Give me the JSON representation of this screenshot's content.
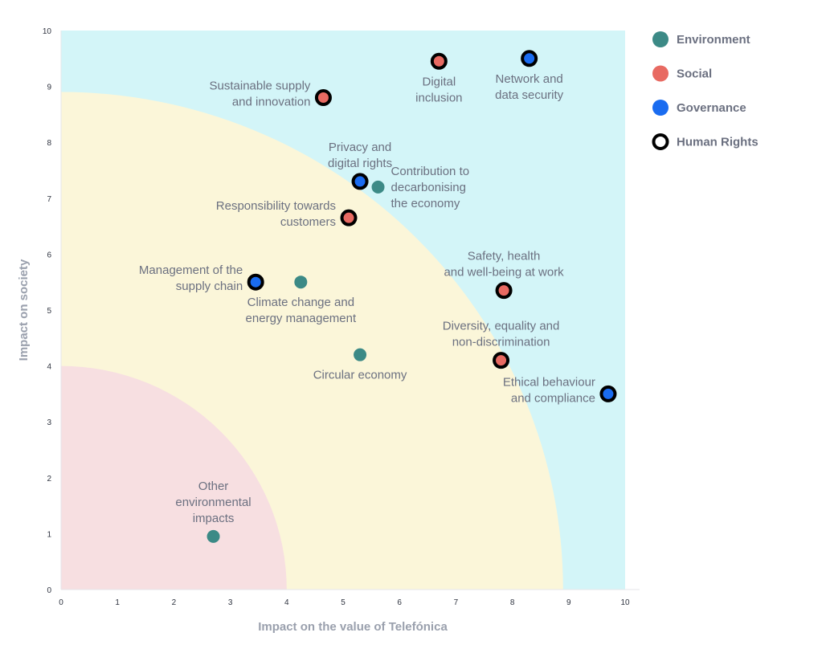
{
  "chart_data": {
    "type": "scatter",
    "xlabel": "Impact on the value of Telefónica",
    "ylabel": "Impact on society",
    "xlim": [
      0,
      10
    ],
    "ylim": [
      0,
      10
    ],
    "x_ticks": [
      "0",
      "1",
      "2",
      "3",
      "4",
      "5",
      "6",
      "7",
      "8",
      "9",
      "10"
    ],
    "y_ticks": [
      "0",
      "1",
      "2",
      "3",
      "4",
      "5",
      "6",
      "7",
      "8",
      "9",
      "10"
    ],
    "grid": false,
    "legend_position": "top-right",
    "zones": [
      {
        "name": "low",
        "radius": 4,
        "color": "#f7dfe1"
      },
      {
        "name": "medium",
        "radius": 8.9,
        "color": "#fbf6d9"
      },
      {
        "name": "high",
        "color": "#d3f5f8"
      }
    ],
    "legend": [
      {
        "key": "environment",
        "label": "Environment"
      },
      {
        "key": "social",
        "label": "Social"
      },
      {
        "key": "governance",
        "label": "Governance"
      },
      {
        "key": "human_rights",
        "label": "Human Rights"
      }
    ],
    "colors": {
      "environment": "#3c8a86",
      "social": "#e86a62",
      "governance": "#1a6cf0",
      "human_rights_ring": "#000000"
    },
    "points": [
      {
        "label": [
          "Digital",
          "inclusion"
        ],
        "x": 6.7,
        "y": 9.45,
        "category": "social",
        "human_rights": true,
        "anchor": "below"
      },
      {
        "label": [
          "Network and",
          "data security"
        ],
        "x": 8.3,
        "y": 9.5,
        "category": "governance",
        "human_rights": true,
        "anchor": "below"
      },
      {
        "label": [
          "Sustainable supply",
          "and innovation"
        ],
        "x": 4.65,
        "y": 8.8,
        "category": "social",
        "human_rights": true,
        "anchor": "left"
      },
      {
        "label": [
          "Privacy and",
          "digital rights"
        ],
        "x": 5.3,
        "y": 7.3,
        "category": "governance",
        "human_rights": true,
        "anchor": "above"
      },
      {
        "label": [
          "Contribution to",
          "decarbonising",
          "the economy"
        ],
        "x": 5.62,
        "y": 7.2,
        "category": "environment",
        "human_rights": false,
        "anchor": "right"
      },
      {
        "label": [
          "Responsibility towards",
          "customers"
        ],
        "x": 5.1,
        "y": 6.65,
        "category": "social",
        "human_rights": true,
        "anchor": "left"
      },
      {
        "label": [
          "Management of the",
          "supply chain"
        ],
        "x": 3.45,
        "y": 5.5,
        "category": "governance",
        "human_rights": true,
        "anchor": "left"
      },
      {
        "label": [
          "Climate change and",
          "energy management"
        ],
        "x": 4.25,
        "y": 5.5,
        "category": "environment",
        "human_rights": false,
        "anchor": "below"
      },
      {
        "label": [
          "Safety, health",
          "and well-being at work"
        ],
        "x": 7.85,
        "y": 5.35,
        "category": "social",
        "human_rights": true,
        "anchor": "above"
      },
      {
        "label": [
          "Circular economy"
        ],
        "x": 5.3,
        "y": 4.2,
        "category": "environment",
        "human_rights": false,
        "anchor": "below"
      },
      {
        "label": [
          "Diversity, equality and",
          "non-discrimination"
        ],
        "x": 7.8,
        "y": 4.1,
        "category": "social",
        "human_rights": true,
        "anchor": "above"
      },
      {
        "label": [
          "Ethical behaviour",
          "and compliance"
        ],
        "x": 9.7,
        "y": 3.5,
        "category": "governance",
        "human_rights": true,
        "anchor": "left"
      },
      {
        "label": [
          "Other",
          "environmental",
          "impacts"
        ],
        "x": 2.7,
        "y": 0.95,
        "category": "environment",
        "human_rights": false,
        "anchor": "above"
      }
    ]
  }
}
